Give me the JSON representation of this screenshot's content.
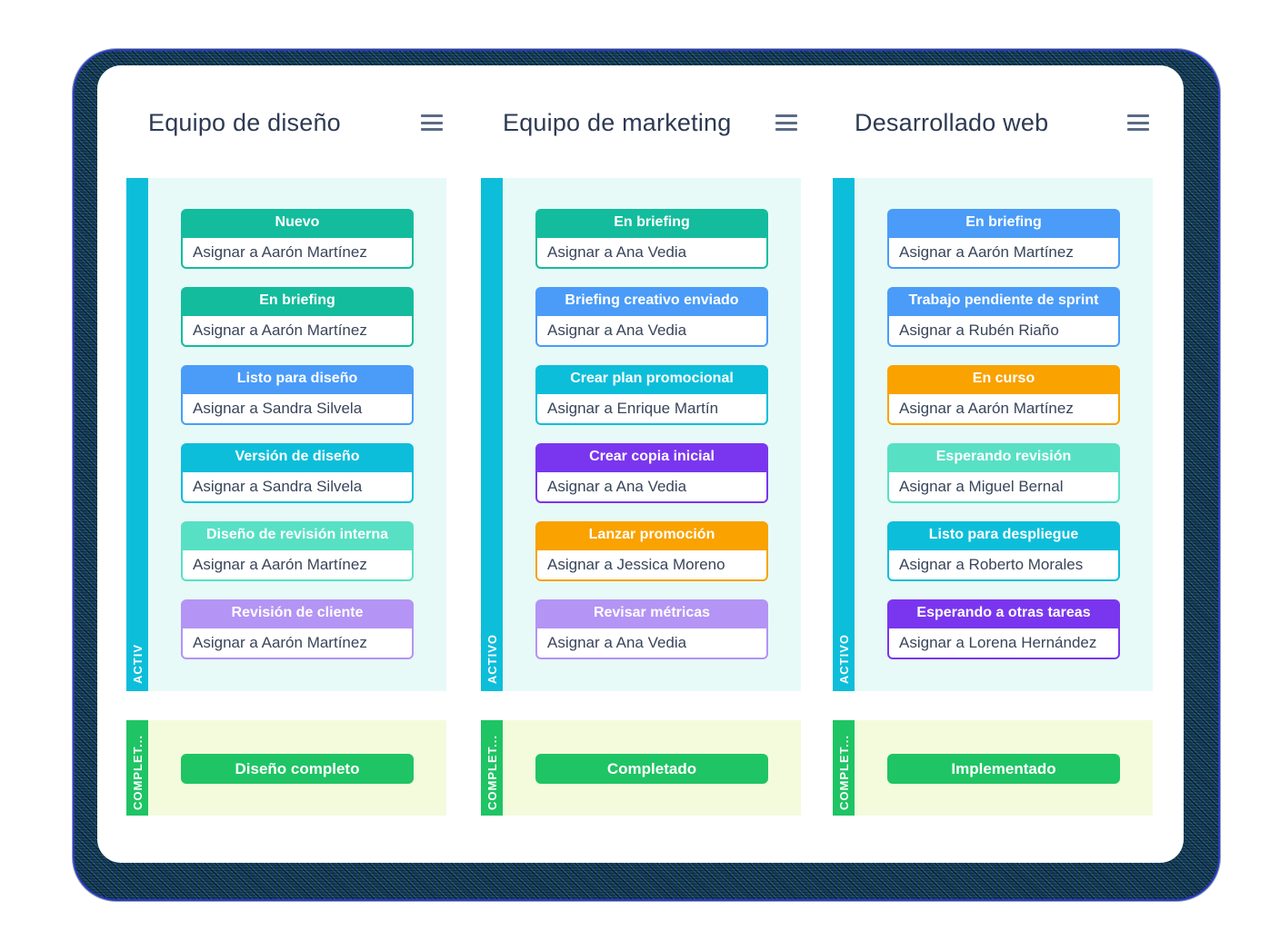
{
  "theme": {
    "page-bg": "#ffffff",
    "card-bg": "#ffffff",
    "title-color": "#2e3a53",
    "body-text": "#39455b",
    "icon-color": "#5b6b85",
    "lane-active": "#0dbeda",
    "lane-complete": "#1fc464",
    "panel-active": "#e7faf8",
    "panel-complete": "#f3fbdc",
    "done-button": "#1fc464"
  },
  "status_colors": {
    "teal": "#13bc9d",
    "blue": "#4a9cf8",
    "cyan": "#0dbeda",
    "mint": "#58e0c4",
    "lavender": "#b494f4",
    "purple": "#7a36ee",
    "orange": "#f9a200",
    "green": "#1fc464"
  },
  "icons": {
    "column_menu": "hamburger-menu"
  },
  "board": {
    "columns": [
      {
        "title": "Equipo de diseño",
        "active_label": "ACTIV",
        "complete_label": "COMPLET...",
        "complete_status": "Diseño completo",
        "cards": [
          {
            "status": "Nuevo",
            "assignee": "Asignar a Aarón Martínez",
            "color": "#13bc9d"
          },
          {
            "status": "En briefing",
            "assignee": "Asignar a Aarón Martínez",
            "color": "#13bc9d"
          },
          {
            "status": "Listo para diseño",
            "assignee": "Asignar a Sandra Silvela",
            "color": "#4a9cf8"
          },
          {
            "status": "Versión de diseño",
            "assignee": "Asignar a Sandra Silvela",
            "color": "#0dbeda"
          },
          {
            "status": "Diseño de revisión interna",
            "assignee": "Asignar a Aarón Martínez",
            "color": "#58e0c4"
          },
          {
            "status": "Revisión de cliente",
            "assignee": "Asignar a Aarón Martínez",
            "color": "#b494f4"
          }
        ]
      },
      {
        "title": "Equipo de marketing",
        "active_label": "ACTIVO",
        "complete_label": "COMPLET...",
        "complete_status": "Completado",
        "cards": [
          {
            "status": "En briefing",
            "assignee": "Asignar a Ana Vedia",
            "color": "#13bc9d"
          },
          {
            "status": "Briefing creativo enviado",
            "assignee": "Asignar a Ana Vedia",
            "color": "#4a9cf8"
          },
          {
            "status": "Crear plan promocional",
            "assignee": "Asignar a Enrique Martín",
            "color": "#0dbeda"
          },
          {
            "status": "Crear copia inicial",
            "assignee": "Asignar a Ana Vedia",
            "color": "#7a36ee"
          },
          {
            "status": "Lanzar promoción",
            "assignee": "Asignar a Jessica Moreno",
            "color": "#f9a200"
          },
          {
            "status": "Revisar métricas",
            "assignee": "Asignar a Ana Vedia",
            "color": "#b494f4"
          }
        ]
      },
      {
        "title": "Desarrollado web",
        "active_label": "ACTIVO",
        "complete_label": "COMPLET...",
        "complete_status": "Implementado",
        "cards": [
          {
            "status": "En briefing",
            "assignee": "Asignar a Aarón Martínez",
            "color": "#4a9cf8"
          },
          {
            "status": "Trabajo pendiente de sprint",
            "assignee": "Asignar a Rubén Riaño",
            "color": "#4a9cf8"
          },
          {
            "status": "En curso",
            "assignee": "Asignar a Aarón Martínez",
            "color": "#f9a200"
          },
          {
            "status": "Esperando revisión",
            "assignee": "Asignar a Miguel Bernal",
            "color": "#58e0c4"
          },
          {
            "status": "Listo para despliegue",
            "assignee": "Asignar a Roberto Morales",
            "color": "#0dbeda"
          },
          {
            "status": "Esperando a otras tareas",
            "assignee": "Asignar a Lorena Hernández",
            "color": "#7a36ee"
          }
        ]
      }
    ]
  }
}
